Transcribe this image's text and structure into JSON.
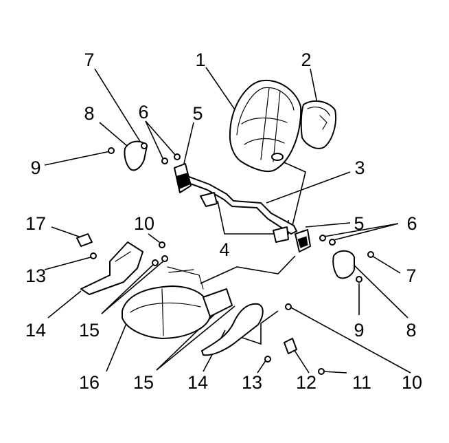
{
  "callouts": [
    {
      "id": "1",
      "text": "1"
    },
    {
      "id": "2",
      "text": "2"
    },
    {
      "id": "3",
      "text": "3"
    },
    {
      "id": "4",
      "text": "4"
    },
    {
      "id": "5a",
      "text": "5"
    },
    {
      "id": "5b",
      "text": "5"
    },
    {
      "id": "6a",
      "text": "6"
    },
    {
      "id": "6b",
      "text": "6"
    },
    {
      "id": "7a",
      "text": "7"
    },
    {
      "id": "7b",
      "text": "7"
    },
    {
      "id": "8a",
      "text": "8"
    },
    {
      "id": "8b",
      "text": "8"
    },
    {
      "id": "9a",
      "text": "9"
    },
    {
      "id": "9b",
      "text": "9"
    },
    {
      "id": "10a",
      "text": "10"
    },
    {
      "id": "10b",
      "text": "10"
    },
    {
      "id": "11",
      "text": "11"
    },
    {
      "id": "12",
      "text": "12"
    },
    {
      "id": "13a",
      "text": "13"
    },
    {
      "id": "13b",
      "text": "13"
    },
    {
      "id": "14a",
      "text": "14"
    },
    {
      "id": "14b",
      "text": "14"
    },
    {
      "id": "15a",
      "text": "15"
    },
    {
      "id": "15b",
      "text": "15"
    },
    {
      "id": "16",
      "text": "16"
    },
    {
      "id": "17",
      "text": "17"
    }
  ]
}
